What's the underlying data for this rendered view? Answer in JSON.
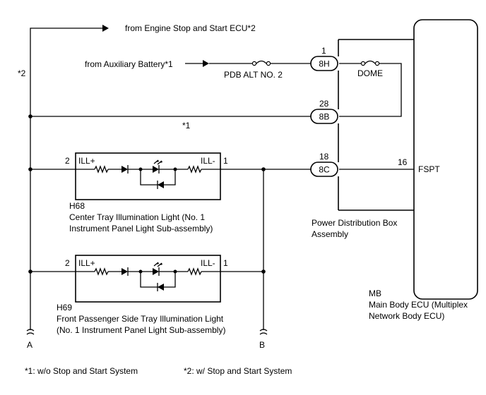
{
  "sources": {
    "engine_stop_start": "from Engine Stop and Start ECU*2",
    "aux_battery": "from Auxiliary Battery*1"
  },
  "notes": {
    "star2_label": "*2",
    "star1_label": "*1",
    "footnote_1": "*1: w/o Stop and Start System",
    "footnote_2": "*2: w/ Stop and Start System"
  },
  "fuses": {
    "pdb_alt": "PDB ALT NO. 2",
    "dome": "DOME"
  },
  "connectors": {
    "c8h": {
      "pin": "1",
      "name": "8H"
    },
    "c8b": {
      "pin": "28",
      "name": "8B"
    },
    "c8c": {
      "pin": "18",
      "name": "8C"
    }
  },
  "pdb": {
    "name_line1": "Power Distribution Box",
    "name_line2": "Assembly"
  },
  "ecu": {
    "pin": "16",
    "terminal": "FSPT",
    "code": "MB",
    "name_line1": "Main Body ECU (Multiplex",
    "name_line2": "Network Body ECU)"
  },
  "lights": [
    {
      "pin_left": "2",
      "pin_right": "1",
      "term_left": "ILL+",
      "term_right": "ILL-",
      "code": "H68",
      "name_line1": "Center Tray Illumination Light (No. 1",
      "name_line2": "Instrument Panel Light Sub-assembly)"
    },
    {
      "pin_left": "2",
      "pin_right": "1",
      "term_left": "ILL+",
      "term_right": "ILL-",
      "code": "H69",
      "name_line1": "Front Passenger Side Tray Illumination Light",
      "name_line2": "(No. 1 Instrument Panel Light Sub-assembly)"
    }
  ],
  "continuations": {
    "a": "A",
    "b": "B"
  }
}
